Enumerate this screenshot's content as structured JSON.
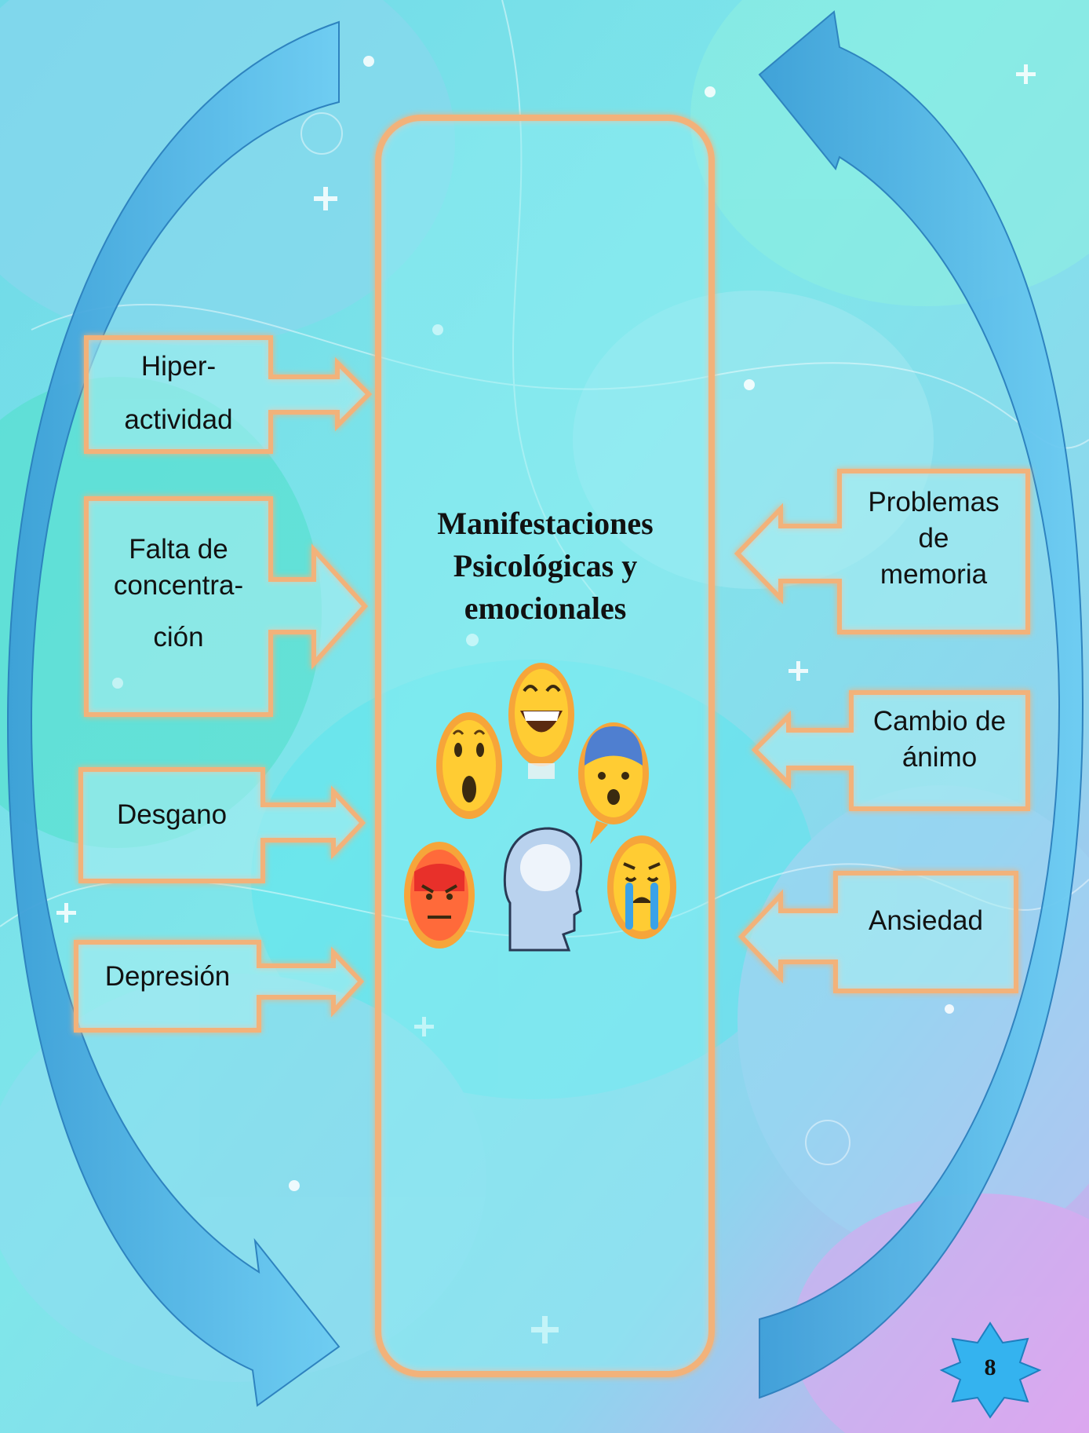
{
  "diagram": {
    "title": [
      "Manifestaciones",
      "Psicológicas y",
      "emocionales"
    ],
    "left_items": [
      {
        "lines": [
          "Hiper-",
          "actividad"
        ]
      },
      {
        "lines": [
          "Falta de",
          "concentra-",
          "ción"
        ]
      },
      {
        "lines": [
          "Desgano"
        ]
      },
      {
        "lines": [
          "Depresión"
        ]
      }
    ],
    "right_items": [
      {
        "lines": [
          "Problemas",
          "de",
          "memoria"
        ]
      },
      {
        "lines": [
          "Cambio de",
          "ánimo"
        ]
      },
      {
        "lines": [
          "Ansiedad"
        ]
      }
    ],
    "emoji_icons": [
      "surprised-face-icon",
      "grinning-face-icon",
      "anxious-face-icon",
      "angry-face-icon",
      "head-silhouette-icon",
      "crying-face-icon"
    ]
  },
  "page": {
    "number": "8"
  },
  "colors": {
    "box_border": "#f2b27a",
    "cycle_arrow": "#5ab8e6",
    "badge": "#34b3ef",
    "text": "#111111"
  }
}
